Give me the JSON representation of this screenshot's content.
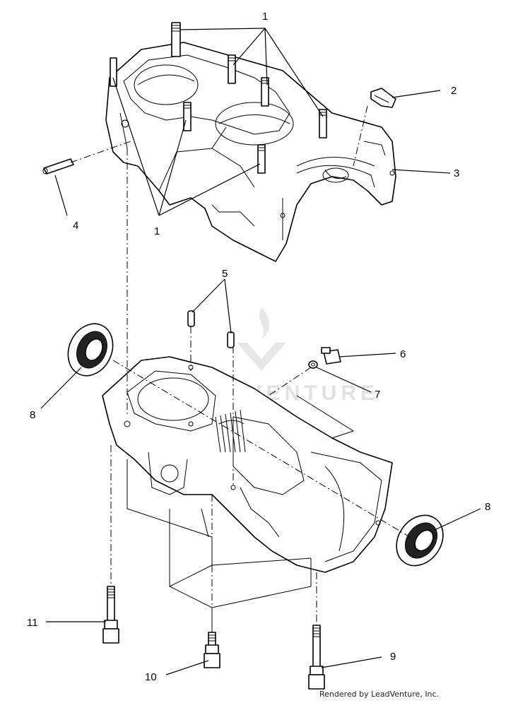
{
  "callouts": [
    {
      "id": "c1a",
      "label": "1"
    },
    {
      "id": "c1b",
      "label": "1"
    },
    {
      "id": "c2",
      "label": "2"
    },
    {
      "id": "c3",
      "label": "3"
    },
    {
      "id": "c4",
      "label": "4"
    },
    {
      "id": "c5",
      "label": "5"
    },
    {
      "id": "c6",
      "label": "6"
    },
    {
      "id": "c7",
      "label": "7"
    },
    {
      "id": "c8a",
      "label": "8"
    },
    {
      "id": "c8b",
      "label": "8"
    },
    {
      "id": "c9",
      "label": "9"
    },
    {
      "id": "c10",
      "label": "10"
    },
    {
      "id": "c11",
      "label": "11"
    }
  ],
  "watermark": {
    "text": "LEADVENTURE"
  },
  "footer": {
    "text": "Rendered by LeadVenture, Inc."
  }
}
